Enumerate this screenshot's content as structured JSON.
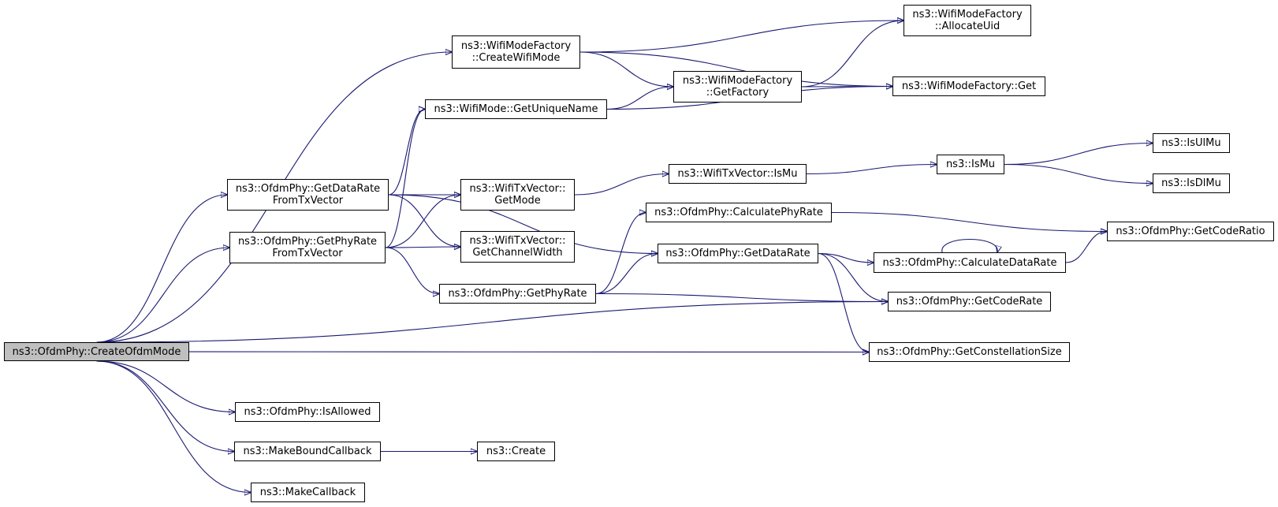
{
  "colors": {
    "edge": "#191970",
    "root_fill": "#bfbfbf",
    "node_fill": "#ffffff",
    "node_border": "#000000"
  },
  "nodes": {
    "create_ofdm_mode": [
      "ns3::OfdmPhy::CreateOfdmMode"
    ],
    "create_wifi_mode": [
      "ns3::WifiModeFactory",
      "::CreateWifiMode"
    ],
    "allocate_uid": [
      "ns3::WifiModeFactory",
      "::AllocateUid"
    ],
    "get_factory": [
      "ns3::WifiModeFactory",
      "::GetFactory"
    ],
    "factory_get": [
      "ns3::WifiModeFactory::Get"
    ],
    "get_unique_name": [
      "ns3::WifiMode::GetUniqueName"
    ],
    "get_data_rate_from_tx": [
      "ns3::OfdmPhy::GetDataRate",
      "FromTxVector"
    ],
    "get_phy_rate_from_tx": [
      "ns3::OfdmPhy::GetPhyRate",
      "FromTxVector"
    ],
    "get_mode": [
      "ns3::WifiTxVector::",
      "GetMode"
    ],
    "get_channel_width": [
      "ns3::WifiTxVector::",
      "GetChannelWidth"
    ],
    "tx_is_mu": [
      "ns3::WifiTxVector::IsMu"
    ],
    "is_mu": [
      "ns3::IsMu"
    ],
    "is_ul_mu": [
      "ns3::IsUlMu"
    ],
    "is_dl_mu": [
      "ns3::IsDlMu"
    ],
    "calculate_phy_rate": [
      "ns3::OfdmPhy::CalculatePhyRate"
    ],
    "get_data_rate": [
      "ns3::OfdmPhy::GetDataRate"
    ],
    "calculate_data_rate": [
      "ns3::OfdmPhy::CalculateDataRate"
    ],
    "get_code_ratio": [
      "ns3::OfdmPhy::GetCodeRatio"
    ],
    "get_phy_rate": [
      "ns3::OfdmPhy::GetPhyRate"
    ],
    "get_code_rate": [
      "ns3::OfdmPhy::GetCodeRate"
    ],
    "get_constellation_size": [
      "ns3::OfdmPhy::GetConstellationSize"
    ],
    "is_allowed": [
      "ns3::OfdmPhy::IsAllowed"
    ],
    "make_bound_callback": [
      "ns3::MakeBoundCallback"
    ],
    "create": [
      "ns3::Create"
    ],
    "make_callback": [
      "ns3::MakeCallback"
    ]
  },
  "edges": [
    [
      "create_ofdm_mode",
      "create_wifi_mode"
    ],
    [
      "create_ofdm_mode",
      "get_data_rate_from_tx"
    ],
    [
      "create_ofdm_mode",
      "get_phy_rate_from_tx"
    ],
    [
      "create_ofdm_mode",
      "get_code_rate"
    ],
    [
      "create_ofdm_mode",
      "get_constellation_size"
    ],
    [
      "create_ofdm_mode",
      "is_allowed"
    ],
    [
      "create_ofdm_mode",
      "make_bound_callback"
    ],
    [
      "create_ofdm_mode",
      "make_callback"
    ],
    [
      "create_wifi_mode",
      "allocate_uid"
    ],
    [
      "create_wifi_mode",
      "get_factory"
    ],
    [
      "create_wifi_mode",
      "factory_get"
    ],
    [
      "get_factory",
      "allocate_uid"
    ],
    [
      "get_factory",
      "factory_get"
    ],
    [
      "get_unique_name",
      "get_factory"
    ],
    [
      "get_unique_name",
      "factory_get"
    ],
    [
      "get_data_rate_from_tx",
      "get_unique_name"
    ],
    [
      "get_data_rate_from_tx",
      "get_data_rate"
    ],
    [
      "get_data_rate_from_tx",
      "get_mode"
    ],
    [
      "get_data_rate_from_tx",
      "get_channel_width"
    ],
    [
      "get_phy_rate_from_tx",
      "get_unique_name"
    ],
    [
      "get_phy_rate_from_tx",
      "get_mode"
    ],
    [
      "get_phy_rate_from_tx",
      "get_channel_width"
    ],
    [
      "get_phy_rate_from_tx",
      "get_phy_rate"
    ],
    [
      "get_mode",
      "tx_is_mu"
    ],
    [
      "tx_is_mu",
      "is_mu"
    ],
    [
      "is_mu",
      "is_ul_mu"
    ],
    [
      "is_mu",
      "is_dl_mu"
    ],
    [
      "get_phy_rate",
      "calculate_phy_rate"
    ],
    [
      "get_phy_rate",
      "get_data_rate"
    ],
    [
      "get_phy_rate",
      "get_code_rate"
    ],
    [
      "calculate_phy_rate",
      "get_code_ratio"
    ],
    [
      "get_data_rate",
      "calculate_data_rate"
    ],
    [
      "get_data_rate",
      "get_code_rate"
    ],
    [
      "get_data_rate",
      "get_constellation_size"
    ],
    [
      "calculate_data_rate",
      "calculate_data_rate"
    ],
    [
      "calculate_data_rate",
      "get_code_ratio"
    ],
    [
      "make_bound_callback",
      "create"
    ]
  ]
}
